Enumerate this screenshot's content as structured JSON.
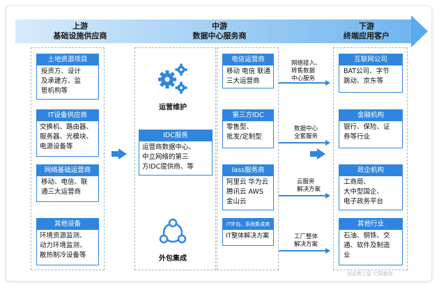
{
  "colors": {
    "accent": "#2f86e0",
    "band_light": "#d7ebfb",
    "band_dark": "#5aaaf0"
  },
  "stages": [
    {
      "line1": "上游",
      "line2": "基础设施供应商"
    },
    {
      "line1": "中游",
      "line2": "数据中心服务商"
    },
    {
      "line1": "下游",
      "line2": "终端应用客户"
    }
  ],
  "upstream": [
    {
      "title": "土地资源项目",
      "lines": [
        "投资方、设计",
        "及承建方、监",
        "管机构等"
      ]
    },
    {
      "title": "IT设备供应商",
      "lines": [
        "交换机、路由器、",
        "服务器、光模块、",
        "电源设备等"
      ]
    },
    {
      "title": "网络基础运营商",
      "lines": [
        "移动、电信、联",
        "通三大运营商"
      ]
    },
    {
      "title": "其他设备",
      "lines": [
        "环境资源监测、",
        "动力环境监测、",
        "散热制冷设备等"
      ]
    }
  ],
  "midstream_left": {
    "ops_label": "运营维护",
    "idc": {
      "title": "IDC服务",
      "lines": [
        "运营商数据中心、",
        "中立网络的第三",
        "方IDC提供商、等"
      ]
    },
    "outsourcing_label": "外包集成"
  },
  "midstream_right": [
    {
      "title": "电信运营商",
      "lines": [
        "移动 电信 联通",
        "三大运营商"
      ]
    },
    {
      "title": "第三方IDC",
      "lines": [
        "零售型、",
        "批发/定制型"
      ]
    },
    {
      "title": "Iass服务商",
      "lines": [
        "阿里云  华为云",
        "腾讯云  AWS",
        "金山云"
      ]
    },
    {
      "title": "IT外包、系统集成商",
      "lines": [
        "IT整体解决方案"
      ]
    }
  ],
  "connectors": [
    {
      "lines": [
        "网络接入、",
        "转售数据",
        "中心服务"
      ]
    },
    {
      "lines": [
        "数据中心",
        "全套服务"
      ]
    },
    {
      "lines": [
        "云服务",
        "解决方案"
      ]
    },
    {
      "lines": [
        "工厂整体",
        "解决方案"
      ]
    }
  ],
  "downstream": [
    {
      "title": "互联网公司",
      "lines": [
        "BAT公司、字节",
        "跳动、京东等"
      ]
    },
    {
      "title": "金融机构",
      "lines": [
        "银行、保险、证",
        "券等行业"
      ]
    },
    {
      "title": "政企机构",
      "lines": [
        "工商局、",
        "大中型国企、",
        "电子政务平台"
      ]
    },
    {
      "title": "其他行业",
      "lines": [
        "石油、钢铁、交",
        "通、软件及制造",
        "业"
      ]
    }
  ],
  "watermark": "@证券之星 亿燕查询"
}
